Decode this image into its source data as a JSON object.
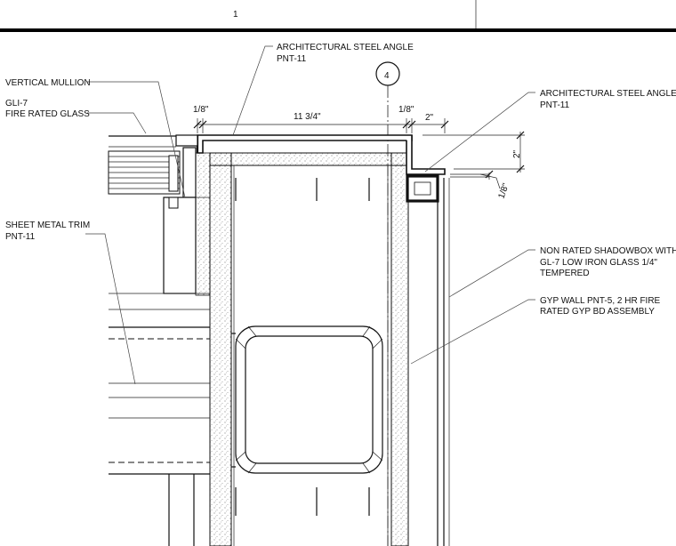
{
  "sheet": {
    "number": "1"
  },
  "grid_bubble": {
    "label": "4"
  },
  "notes": {
    "vertical_mullion": "VERTICAL MULLION",
    "gli7_code": "GLI-7",
    "fire_rated_glass": "FIRE RATED GLASS",
    "steel_angle_top_line1": "ARCHITECTURAL STEEL ANGLE",
    "steel_angle_top_line2": "PNT-11",
    "steel_angle_right_line1": "ARCHITECTURAL STEEL ANGLE",
    "steel_angle_right_line2": "PNT-11",
    "sheet_metal_trim_line1": "SHEET METAL TRIM",
    "sheet_metal_trim_line2": "PNT-11",
    "shadowbox_line1": "NON RATED SHADOWBOX WITH",
    "shadowbox_line2": "GL-7 LOW IRON GLASS 1/4\"",
    "shadowbox_line3": "TEMPERED",
    "gyp_wall_line1": "GYP WALL PNT-5, 2 HR FIRE",
    "gyp_wall_line2": "RATED GYP BD ASSEMBLY"
  },
  "dimensions": {
    "gap_left": "1/8\"",
    "span": "11 3/4\"",
    "gap_right": "1/8\"",
    "angle_leg_horizontal": "2\"",
    "angle_leg_vertical": "2\"",
    "angle_gap": "1/8\""
  }
}
